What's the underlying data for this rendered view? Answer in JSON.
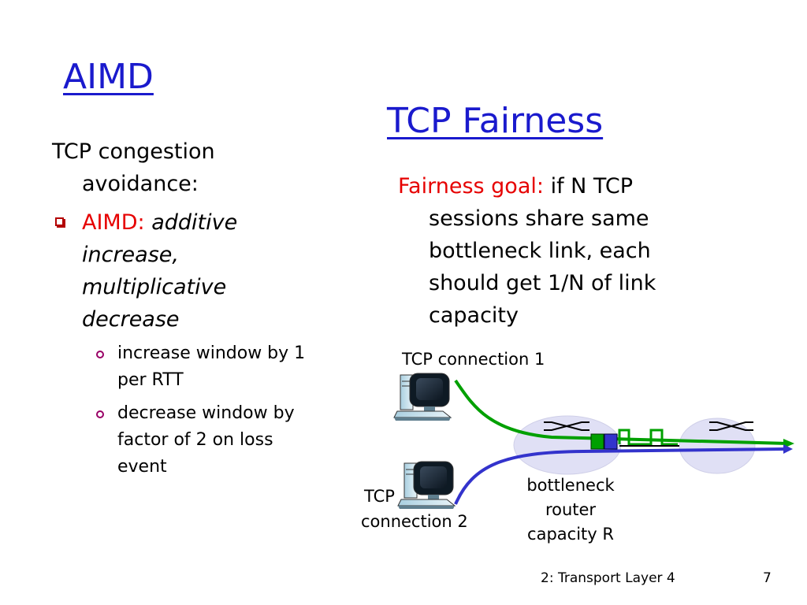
{
  "left": {
    "title": "AIMD",
    "intro_line1": "TCP congestion",
    "intro_line2": "avoidance:",
    "bullet_label": "AIMD:",
    "bullet_line1_rest": "additive",
    "bullet_line2": "increase,",
    "bullet_line3": "multiplicative",
    "bullet_line4": "decrease",
    "sub1_line1": "increase window by 1",
    "sub1_line2": "per RTT",
    "sub2_line1": "decrease window by",
    "sub2_line2": "factor of 2 on loss",
    "sub2_line3": "event"
  },
  "right": {
    "title": "TCP Fairness",
    "goal_label": "Fairness goal:",
    "goal_line1_rest": "if N TCP",
    "goal_line2": "sessions share same",
    "goal_line3": "bottleneck link, each",
    "goal_line4": "should get 1/N of link",
    "goal_line5": "capacity"
  },
  "diagram": {
    "conn1_label": "TCP connection 1",
    "conn2_label_line1": "TCP",
    "conn2_label_line2": "connection 2",
    "router_label_line1": "bottleneck",
    "router_label_line2": "router",
    "router_label_line3": "capacity R",
    "colors": {
      "connection1": "#00a000",
      "connection2": "#3333cc",
      "router": "#e0e0f5"
    }
  },
  "footer": {
    "chapter": "2: Transport Layer 4",
    "page_number": "7"
  }
}
